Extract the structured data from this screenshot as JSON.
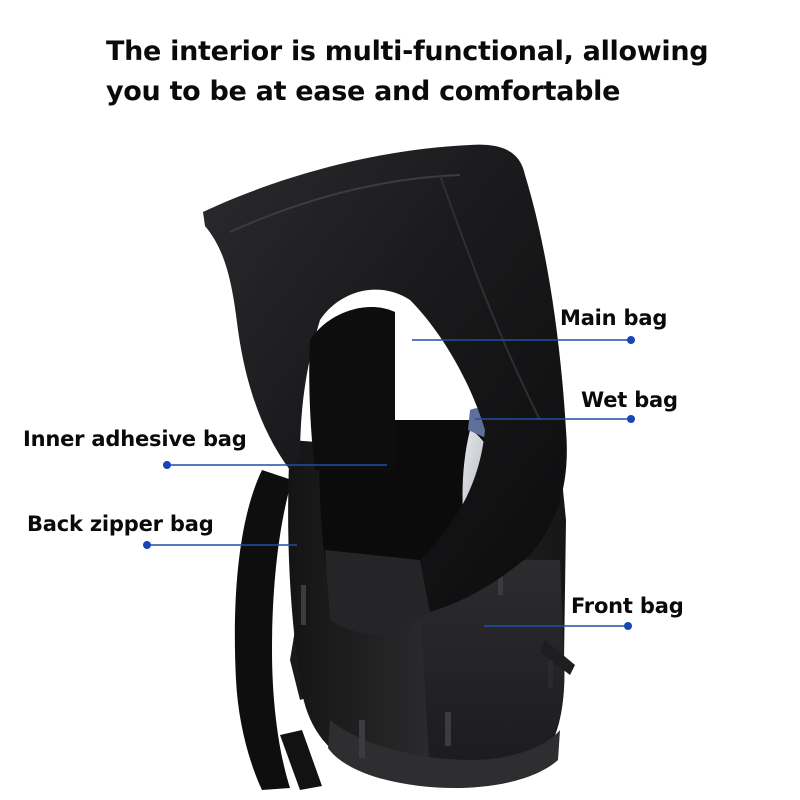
{
  "headline": {
    "line1": "The interior is multi-functional, allowing",
    "line2": "you to be at ease and comfortable"
  },
  "callouts": [
    {
      "id": "main-bag",
      "label": "Main bag"
    },
    {
      "id": "wet-bag",
      "label": "Wet bag"
    },
    {
      "id": "inner-adhesive-bag",
      "label": "Inner adhesive bag"
    },
    {
      "id": "back-zipper-bag",
      "label": "Back zipper bag"
    },
    {
      "id": "front-bag",
      "label": "Front bag"
    }
  ],
  "colors": {
    "background": "#ffffff",
    "text": "#0a0a0a",
    "leader_line": "#1f4fa8",
    "leader_dot": "#1746b8",
    "bag_body": "#1c1c1e",
    "bag_shadow": "#0b0b0c",
    "bag_highlight": "#3a3a3d",
    "mesh_lining": "#c9ccd2"
  }
}
